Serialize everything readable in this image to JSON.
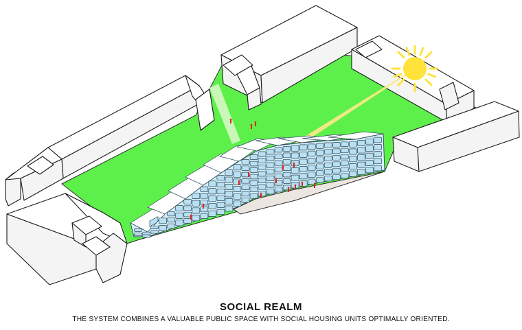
{
  "caption": {
    "title": "SOCIAL REALM",
    "subtitle": "THE SYSTEM COMBINES A VALUABLE PUBLIC SPACE WITH SOCIAL HOUSING UNITS OPTIMALLY ORIENTED."
  },
  "colors": {
    "courtyard_green": "#5df04a",
    "sun_yellow": "#ffe23a",
    "sun_ray": "#ffe98a",
    "housing_glass": "#b9dff0",
    "people_red": "#e0221b",
    "plaza": "#ebe6e0",
    "building_white": "#ffffff"
  },
  "icons": [
    "sun-icon",
    "person-figure"
  ]
}
